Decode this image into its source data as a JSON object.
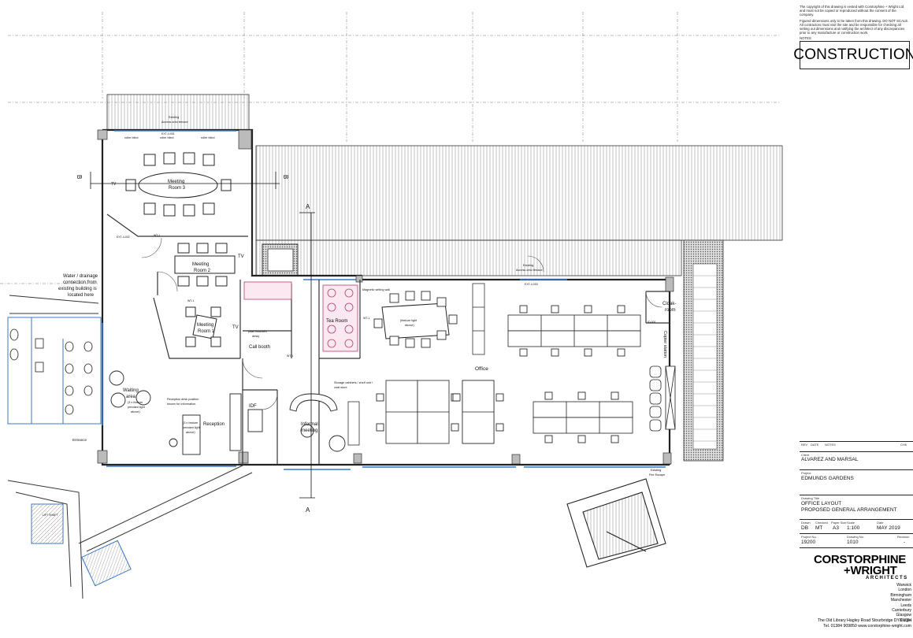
{
  "copyright_note": "The copyright of this drawing is vested with Corstorphine + Wright Ltd and must not be copied or reproduced without the consent of the company.",
  "dimensions_note": "Figured dimensions only to be taken from this drawing. DO NOT SCALE. All contractors must visit the site and be responsible for checking all setting out dimensions and notifying the architect of any discrepancies prior to any manufacture or construction work.",
  "notes_label": "NOTES",
  "status": "CONSTRUCTION",
  "revision_headers": [
    "REV",
    "DATE",
    "NOTES",
    "CHK"
  ],
  "client": {
    "label": "Client",
    "value": "ALVAREZ AND MARSAL"
  },
  "project": {
    "label": "Project",
    "value": "EDMUNDS GARDENS"
  },
  "drawing_title": {
    "label": "Drawing Title",
    "line1": "OFFICE LAYOUT",
    "line2": "PROPOSED GENERAL ARRANGEMENT"
  },
  "meta": {
    "drawn_label": "Drawn",
    "drawn": "DB",
    "checked_label": "Checked",
    "checked": "MT",
    "paper_label": "Paper Size",
    "paper": "A3",
    "scale_label": "Scale",
    "scale": "1:100",
    "date_label": "Date",
    "date": "MAY 2019",
    "project_no_label": "Project No.",
    "project_no": "19200",
    "drawing_no_label": "Drawing No.",
    "drawing_no": "1010",
    "revision_label": "Revision",
    "revision": "-"
  },
  "firm": {
    "line1": "CORSTORPHINE",
    "line2": "+WRIGHT",
    "line3": "ARCHITECTS",
    "offices": [
      "Warwick",
      "London",
      "Birmingham",
      "Manchester",
      "Leeds",
      "Canterbury",
      "Glasgow",
      "Dublin"
    ],
    "address": "The Old Library   Hagley Road   Stourbridge   DY8 1QH",
    "contact": "Tel. 01384 909850   www.corstorphine-wright.com"
  },
  "plan": {
    "rooms": {
      "meeting3_a": "Meeting",
      "meeting3_b": "Room 3",
      "meeting2_a": "Meeting",
      "meeting2_b": "Room 2",
      "meeting1_a": "Meeting",
      "meeting1_b": "Room 1",
      "call_booth": "Call booth",
      "tea_room": "Tea Room",
      "office": "Office",
      "cloakroom_a": "Cloak-",
      "cloakroom_b": "room",
      "copier": "Copier station",
      "reception": "Reception",
      "waiting_a": "Waiting",
      "waiting_b": "area",
      "informal_a": "Informal",
      "informal_b": "meeting"
    },
    "notes": {
      "water1": "Water / drainage",
      "water2": "connection from",
      "water3": "existing building is",
      "water4": "located here",
      "roller_blind": "roller blind",
      "terrace1": "Existing",
      "terrace2": "Access onto terrace",
      "balcony1": "Existing",
      "balcony2": "Access onto terrace",
      "magnetic": "Magnetic writing wall",
      "feature_table1": "(feature light",
      "feature_table2": "above)",
      "storage1": "Storage cabinets / shelf unit /",
      "storage2": "coat store",
      "reception_desk1": "Reception desk position",
      "reception_desk2": "shown for information.",
      "pendant1": "(3 x feature",
      "pendant2": "pendant light",
      "pendant3": "above)",
      "waiting_feat1": "(3 x feature",
      "waiting_feat2": "pendant light",
      "waiting_feat3": "above)",
      "wall_desk1": "(wall mounted",
      "wall_desk2": "desk)",
      "fire1": "Existing",
      "fire2": "Fire Escape",
      "entrance": "Entrance",
      "section_a": "A",
      "section_b": "B",
      "tv": "TV",
      "idf": "IDF",
      "lift": "LIFT SHAFT",
      "wt1": "WT-1",
      "ext_door1": "EXT-4-001",
      "ext_door2": "EXT-4-002",
      "ext_door3": "EXT-4-003",
      "int_door": "ID-001"
    }
  }
}
